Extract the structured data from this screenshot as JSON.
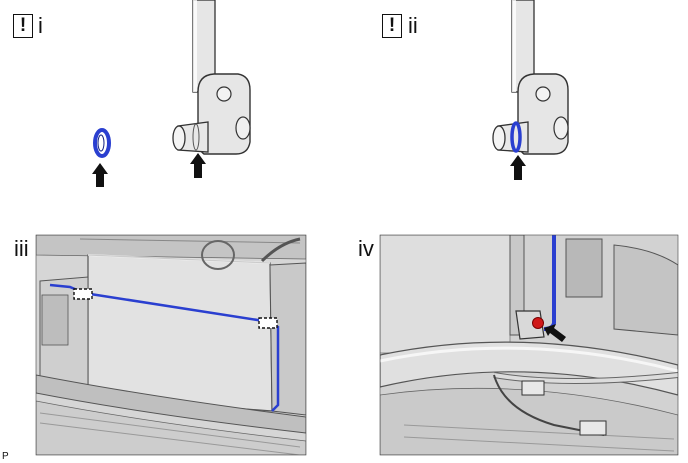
{
  "panels": [
    {
      "label": "i",
      "warning_symbol": "!"
    },
    {
      "label": "ii",
      "warning_symbol": "!"
    },
    {
      "label": "iii"
    },
    {
      "label": "iv"
    }
  ],
  "footer": {
    "code": "P"
  },
  "colors": {
    "pipe_highlight": "#2a3fd0",
    "o_ring": "#2a3fd0",
    "joint_red": "#d01818",
    "arrow": "#111111",
    "part_fill": "#e6e6e6",
    "part_stroke": "#333333",
    "photo_bg": "#d4d4d4"
  },
  "icons": [
    "warning-icon",
    "arrow-up-icon",
    "clamp-marker-icon",
    "arrow-pointer-icon"
  ]
}
